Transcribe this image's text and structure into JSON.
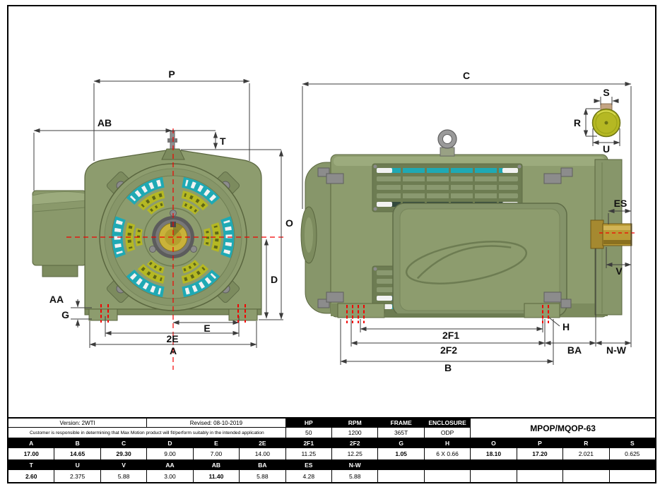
{
  "labels": {
    "P": "P",
    "AB": "AB",
    "T": "T",
    "O": "O",
    "D": "D",
    "E": "E",
    "E2": "2E",
    "A": "A",
    "AA": "AA",
    "G": "G",
    "C": "C",
    "S": "S",
    "R": "R",
    "U": "U",
    "ES": "ES",
    "V": "V",
    "H": "H",
    "F1": "2F1",
    "F2": "2F2",
    "BA": "BA",
    "NW": "N-W",
    "B": "B"
  },
  "table": {
    "version": "Version: 2WTI",
    "revised": "Revised: 08-10-2019",
    "disclaimer": "Customer is responsible in determining that Max Motion product will fit/perform suitably in the intended application",
    "model": "MPOP/MQOP-63",
    "specs": [
      {
        "label": "HP",
        "value": "50"
      },
      {
        "label": "RPM",
        "value": "1200"
      },
      {
        "label": "FRAME",
        "value": "365T"
      },
      {
        "label": "ENCLOSURE",
        "value": "ODP"
      }
    ],
    "dim_rows": [
      {
        "headers": [
          "A",
          "B",
          "C",
          "D",
          "E",
          "2E",
          "2F1",
          "2F2",
          "G",
          "H",
          "O",
          "P",
          "R",
          "S"
        ],
        "values": [
          "17.00",
          "14.65",
          "29.30",
          "9.00",
          "7.00",
          "14.00",
          "11.25",
          "12.25",
          "1.05",
          "6 X 0.66",
          "18.10",
          "17.20",
          "2.021",
          "0.625"
        ],
        "bold": [
          1,
          1,
          1,
          0,
          0,
          0,
          0,
          0,
          1,
          0,
          1,
          1,
          0,
          0
        ]
      },
      {
        "headers": [
          "T",
          "U",
          "V",
          "AA",
          "AB",
          "BA",
          "ES",
          "N-W"
        ],
        "values": [
          "2.60",
          "2.375",
          "5.88",
          "3.00",
          "11.40",
          "5.88",
          "4.28",
          "5.88"
        ],
        "bold": [
          1,
          0,
          0,
          0,
          1,
          0,
          0,
          0
        ]
      }
    ]
  },
  "colors": {
    "body_green": "#8d9c6e",
    "body_dark": "#7c8b5e",
    "panel_green": "#6d7c52",
    "vent_teal": "#1fa9b4",
    "vent_blue": "#2a5e7e",
    "slat_sage": "#8a9970",
    "slat_dark": "#33493c",
    "accent_yellow": "#b5b823",
    "yellow_dark": "#5d6618",
    "shaft_brass": "#b99a35",
    "centerline_red": "#f20000",
    "dim_line": "#3c3c3c",
    "header_bg": "#000000",
    "white": "#f2f2f2"
  }
}
